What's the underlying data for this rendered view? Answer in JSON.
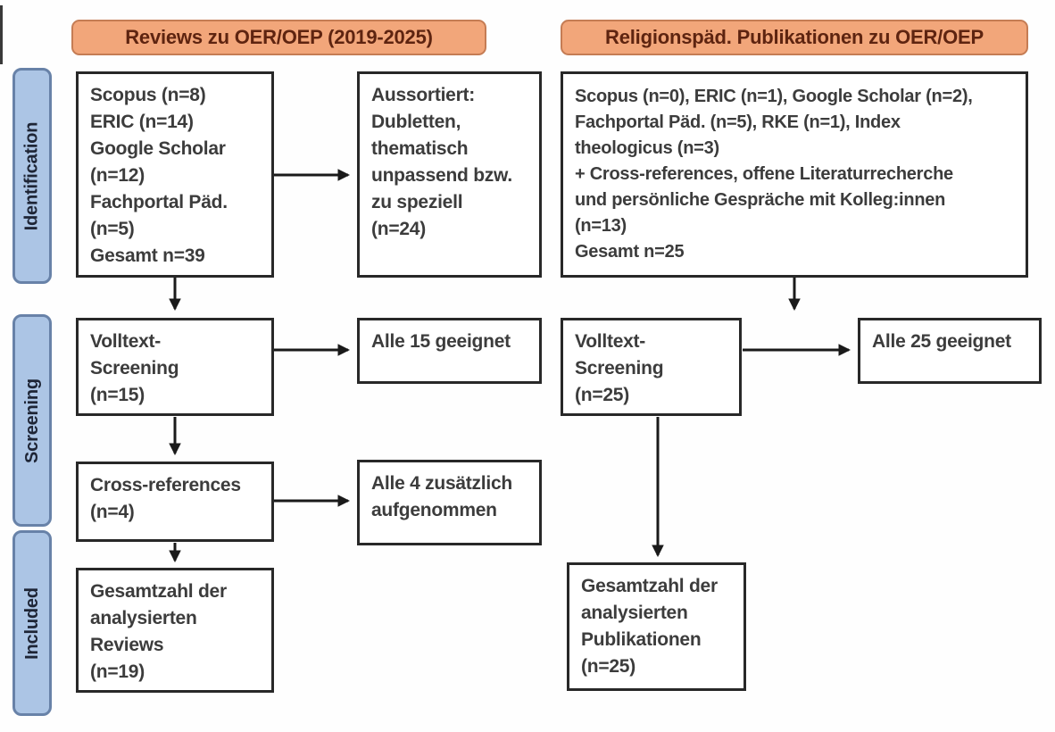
{
  "headers": {
    "left": "Reviews zu OER/OEP (2019-2025)",
    "right": "Religionspäd. Publikationen zu OER/OEP"
  },
  "stages": {
    "identification": "Identification",
    "screening": "Screening",
    "included": "Included"
  },
  "left_column": {
    "identification_box": "Scopus (n=8)\nERIC (n=14)\nGoogle Scholar\n(n=12)\nFachportal Päd.\n(n=5)\nGesamt n=39",
    "excluded_box": "Aussortiert:\nDubletten,\nthematisch\nunpassend bzw.\nzu speziell\n(n=24)",
    "screening_box": "Volltext-\nScreening\n(n=15)",
    "screening_result_box": "Alle 15 geeignet",
    "cross_references_box": "Cross-references\n(n=4)",
    "cross_references_result_box": "Alle 4 zusätzlich\naufgenommen",
    "included_box": "Gesamtzahl der\nanalysierten\nReviews\n(n=19)"
  },
  "right_column": {
    "identification_box": "Scopus (n=0), ERIC (n=1), Google Scholar (n=2),\nFachportal Päd. (n=5), RKE (n=1), Index\ntheologicus (n=3)\n+ Cross-references, offene Literaturrecherche\nund persönliche Gespräche mit Kolleg:innen\n(n=13)\nGesamt n=25",
    "screening_box": "Volltext-\nScreening\n(n=25)",
    "screening_result_box": "Alle 25 geeignet",
    "included_box": "Gesamtzahl der\nanalysierten\nPublikationen\n(n=25)"
  },
  "colors": {
    "header_fill": "#f2a67a",
    "header_border": "#c57c54",
    "header_text": "#5e2410",
    "stage_fill": "#acc5e5",
    "stage_border": "#6882a8",
    "stage_text": "#1e2536",
    "box_border": "#282828",
    "box_text": "#3c3c3c",
    "arrow": "#1a1a1a"
  }
}
